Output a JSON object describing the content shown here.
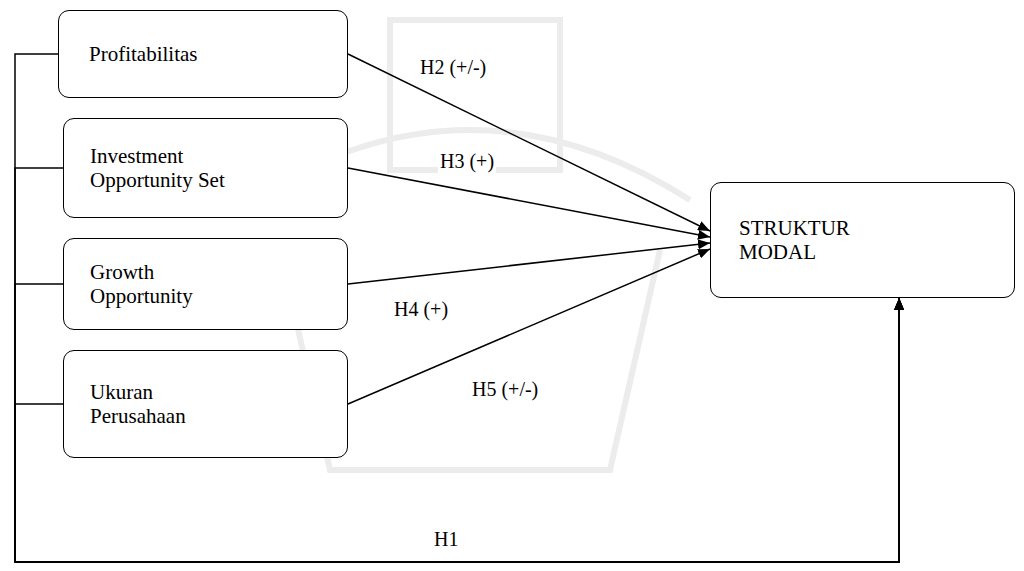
{
  "diagram": {
    "nodes": [
      {
        "text": [
          "Profitabilitas"
        ]
      },
      {
        "text": [
          "Investment Opportunity Set"
        ]
      },
      {
        "text": [
          "Growth Opportunity"
        ]
      },
      {
        "text": [
          "Ukuran Perusahaan"
        ]
      },
      {
        "text": [
          "STRUKTUR MODAL"
        ]
      }
    ],
    "edges": [
      {
        "from": 0,
        "to": 4,
        "label": "H2 (+/-)",
        "arrow": "to"
      },
      {
        "from": 1,
        "to": 4,
        "label": "H3 (+)",
        "arrow": "to"
      },
      {
        "from": 2,
        "to": 4,
        "label": "H4 (+)",
        "arrow": "to"
      },
      {
        "from": 3,
        "to": 4,
        "label": "H5 (+/-)",
        "arrow": "to"
      },
      {
        "from": 0,
        "to": 4,
        "label": "H1",
        "arrow": "to"
      },
      {
        "from": 1,
        "to": 4,
        "arrow": "to"
      },
      {
        "from": 2,
        "to": 4,
        "arrow": "to"
      },
      {
        "from": 3,
        "to": 4,
        "arrow": "to"
      }
    ]
  }
}
